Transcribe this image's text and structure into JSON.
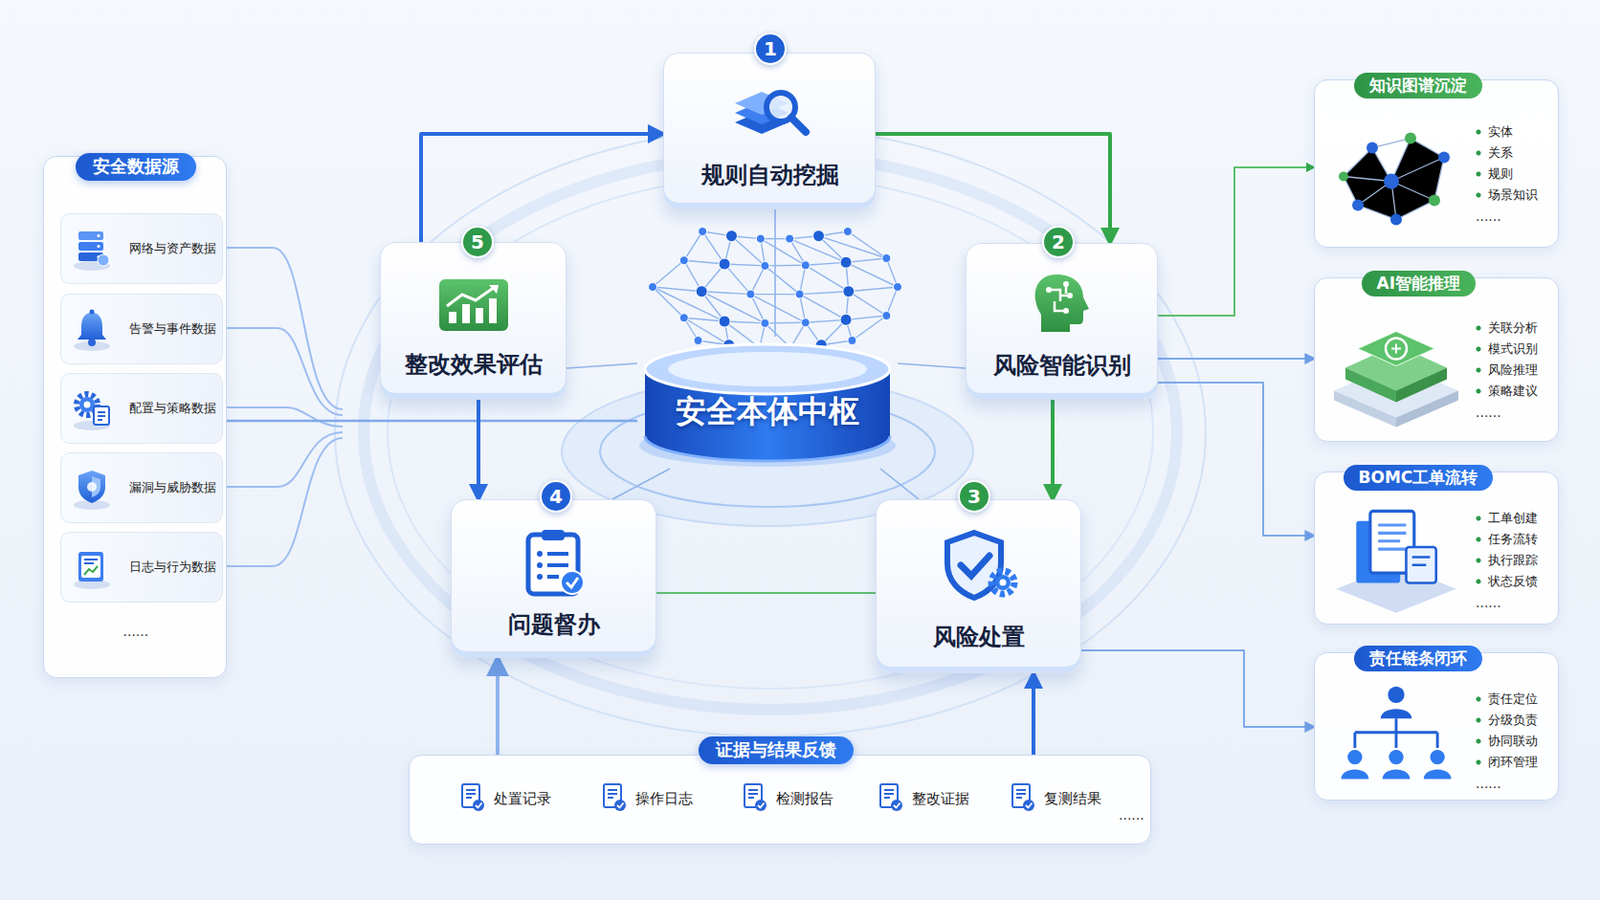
{
  "diagram": {
    "nodes": [
      {
        "text": [
          "安全数据源",
          "......"
        ]
      },
      {
        "text": [
          "网络与资产数据"
        ],
        "in": 0
      },
      {
        "text": [
          "告警与事件数据"
        ],
        "in": 0
      },
      {
        "text": [
          "配置与策略数据"
        ],
        "in": 0
      },
      {
        "text": [
          "漏洞与威胁数据"
        ],
        "in": 0
      },
      {
        "text": [
          "日志与行为数据"
        ],
        "in": 0
      },
      {
        "text": [
          "规则自动挖掘"
        ]
      },
      {
        "text": [
          "整改效果评估"
        ]
      },
      {
        "text": [
          "安全本体中枢"
        ]
      },
      {
        "text": [
          "风险智能识别"
        ]
      },
      {
        "text": [
          "问题督办"
        ]
      },
      {
        "text": [
          "风险处置"
        ]
      },
      {
        "text": [
          "证据与结果反馈",
          "处置记录",
          "操作日志",
          "检测报告",
          "整改证据",
          "复测结果",
          "......"
        ]
      },
      {
        "text": [
          "知识图谱沉淀",
          "实体",
          "关系",
          "规则",
          "场景知识",
          "......"
        ]
      },
      {
        "text": [
          "AI智能推理",
          "关联分析",
          "模式识别",
          "风险推理",
          "策略建议",
          "......"
        ]
      },
      {
        "text": [
          "BOMC工单流转",
          "工单创建",
          "任务流转",
          "执行跟踪",
          "状态反馈",
          "......"
        ]
      },
      {
        "text": [
          "责任链条闭环",
          "责任定位",
          "分级负责",
          "协同联动",
          "闭环管理",
          "......"
        ]
      }
    ],
    "edges": [
      {
        "from": 0,
        "to": 8,
        "arrow": "none"
      },
      {
        "from": 7,
        "to": 6,
        "arrow": "to"
      },
      {
        "from": 6,
        "to": 9,
        "arrow": "to"
      },
      {
        "from": 9,
        "to": 11,
        "arrow": "to"
      },
      {
        "from": 11,
        "to": 10,
        "arrow": "none"
      },
      {
        "from": 7,
        "to": 10,
        "arrow": "to"
      },
      {
        "from": 8,
        "to": 6,
        "arrow": "none"
      },
      {
        "from": 8,
        "to": 7,
        "arrow": "none"
      },
      {
        "from": 8,
        "to": 9,
        "arrow": "none"
      },
      {
        "from": 8,
        "to": 10,
        "arrow": "none"
      },
      {
        "from": 8,
        "to": 11,
        "arrow": "none"
      },
      {
        "from": 12,
        "to": 10,
        "arrow": "to"
      },
      {
        "from": 12,
        "to": 11,
        "arrow": "to"
      },
      {
        "from": 9,
        "to": 13,
        "arrow": "to"
      },
      {
        "from": 9,
        "to": 14,
        "arrow": "to"
      },
      {
        "from": 9,
        "to": 15,
        "arrow": "to"
      },
      {
        "from": 11,
        "to": 16,
        "arrow": "to"
      }
    ],
    "labels": [
      "1",
      "2",
      "3",
      "4",
      "5"
    ]
  }
}
